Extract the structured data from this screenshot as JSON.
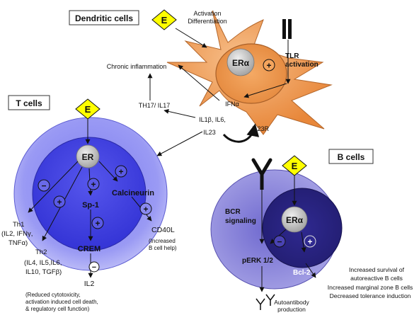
{
  "estrogen_symbol": "E",
  "dendritic": {
    "title": "Dendritic cells",
    "activation_line1": "Activation",
    "activation_line2": "Differentiation",
    "receptor": "ERα",
    "tlr_line1": "TLR",
    "tlr_line2": "activation",
    "ifn": "IFNα",
    "cytokines_line1": "IL1β, IL6,",
    "cytokines_line2": "IL23",
    "il23r": "IL23R",
    "th17": "TH17/ IL17",
    "chronic": "Chronic inflammation"
  },
  "tcells": {
    "title": "T cells",
    "receptor": "ER",
    "sp1": "Sp-1",
    "calcineurin": "Calcineurin",
    "crem": "CREM",
    "th1_line1": "Th1",
    "th1_line2": "(IL2, IFNγ,",
    "th1_line3": "TNFα)",
    "th2_line1": "Th2",
    "th2_line2": "(IL4, IL5,IL6,",
    "th2_line3": "IL10, TGFβ)",
    "il2": "IL2",
    "il2_note_line1": "(Reduced cytotoxicity,",
    "il2_note_line2": "activation induced cell death,",
    "il2_note_line3": "& regulatory cell function)",
    "cd40l": "CD40L",
    "cd40l_note_line1": "(Increased",
    "cd40l_note_line2": "B cell help)"
  },
  "bcells": {
    "title": "B cells",
    "bcr_line1": "BCR",
    "bcr_line2": "signaling",
    "receptor": "ERα",
    "perk": "pERK 1/2",
    "bcl2": "Bcl-2",
    "autoantibody_line1": "Autoantibody",
    "autoantibody_line2": "production",
    "survival_line1": "Increased survival of",
    "survival_line2": "autoreactive B cells",
    "survival_line3": "Increased marginal zone B cells",
    "survival_line4": "Decreased tolerance induction"
  },
  "signs": {
    "plus": "+",
    "minus": "−"
  },
  "colors": {
    "dendritic_fill": "#ef9d55",
    "tcell_outer": "#8f8ff2",
    "tcell_inner": "#4747e4",
    "bcell_outer": "#7a74d4",
    "bcell_inner": "#2b2585",
    "estrogen_diamond": "#ffff00",
    "receptor_grey": "#bcbcbc"
  }
}
